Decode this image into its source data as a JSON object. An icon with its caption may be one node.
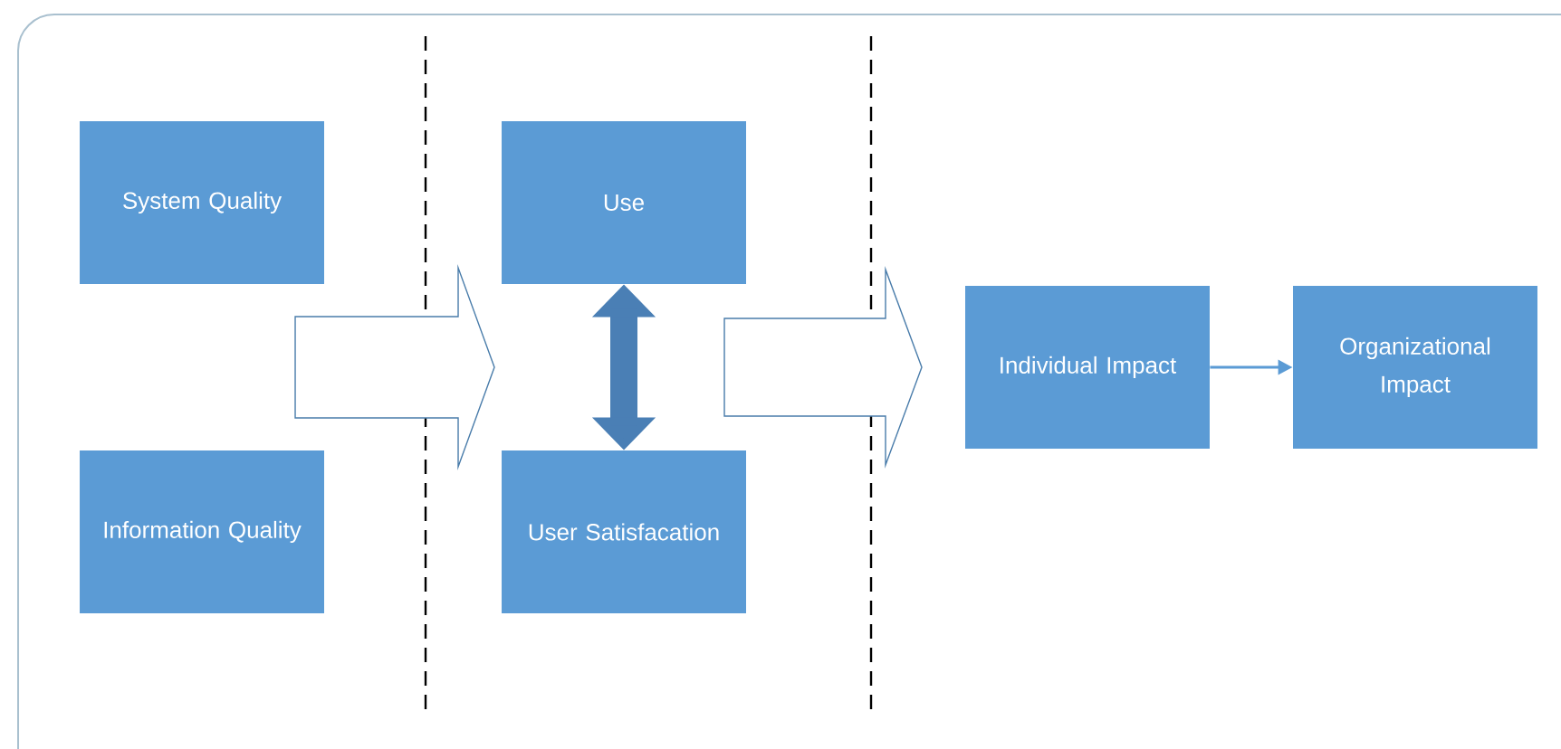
{
  "diagram": {
    "nodes": [
      {
        "text": [
          "System Quality"
        ]
      },
      {
        "text": [
          "Information Quality"
        ]
      },
      {
        "text": [
          "Use"
        ]
      },
      {
        "text": [
          "User Satisfacation"
        ]
      },
      {
        "text": [
          "Individual Impact"
        ]
      },
      {
        "text": [
          "Organizational Impact"
        ]
      }
    ],
    "edges": [
      {
        "from": 0,
        "to": 2,
        "arrow": "to"
      },
      {
        "from": 0,
        "to": 3,
        "arrow": "to"
      },
      {
        "from": 1,
        "to": 2,
        "arrow": "to"
      },
      {
        "from": 1,
        "to": 3,
        "arrow": "to"
      },
      {
        "from": 2,
        "to": 4,
        "arrow": "to"
      },
      {
        "from": 3,
        "to": 4,
        "arrow": "to"
      },
      {
        "from": 2,
        "to": 3,
        "arrow": "both",
        "style": "thick",
        "color": "#4a7fb5"
      },
      {
        "from": 4,
        "to": 5,
        "arrow": "to"
      }
    ]
  }
}
